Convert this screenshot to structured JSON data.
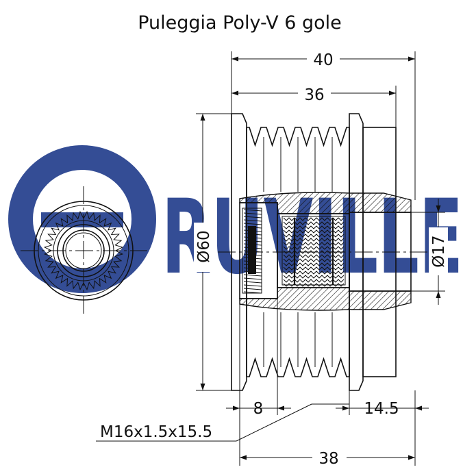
{
  "title": "Puleggia Poly-V 6 gole",
  "watermark": "RUVILLE",
  "colors": {
    "ink": "#111111",
    "watermark": "#1f3a8a"
  },
  "dimensions": {
    "overall_length": "40",
    "groove_length": "36",
    "diameter": "Ø60",
    "bore_diameter": "Ø17",
    "spline_length": "8",
    "rear_bore_length": "14.5",
    "thread": "M16x1.5x15.5",
    "total_length": "38"
  }
}
